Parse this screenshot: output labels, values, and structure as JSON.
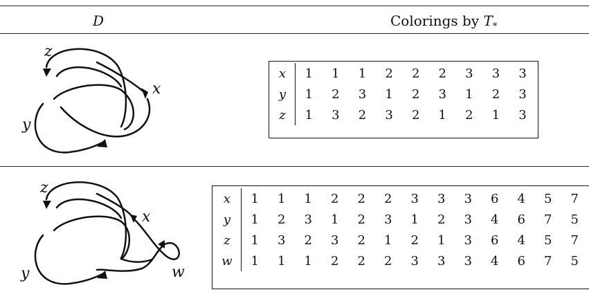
{
  "header": {
    "left_label": "D",
    "right_label_text": "Colorings by",
    "right_label_math": "T",
    "right_label_sub": "*"
  },
  "rows": [
    {
      "knot_labels": [
        "z",
        "x",
        "y"
      ],
      "table": {
        "vars": [
          "x",
          "y",
          "z"
        ],
        "values": [
          [
            "1",
            "1",
            "1",
            "2",
            "2",
            "2",
            "3",
            "3",
            "3"
          ],
          [
            "1",
            "2",
            "3",
            "1",
            "2",
            "3",
            "1",
            "2",
            "3"
          ],
          [
            "1",
            "3",
            "2",
            "3",
            "2",
            "1",
            "2",
            "1",
            "3"
          ]
        ]
      }
    },
    {
      "knot_labels": [
        "z",
        "x",
        "y",
        "w"
      ],
      "table": {
        "vars": [
          "x",
          "y",
          "z",
          "w"
        ],
        "values": [
          [
            "1",
            "1",
            "1",
            "2",
            "2",
            "2",
            "3",
            "3",
            "3",
            "6",
            "4",
            "5",
            "7"
          ],
          [
            "1",
            "2",
            "3",
            "1",
            "2",
            "3",
            "1",
            "2",
            "3",
            "4",
            "6",
            "7",
            "5"
          ],
          [
            "1",
            "3",
            "2",
            "3",
            "2",
            "1",
            "2",
            "1",
            "3",
            "6",
            "4",
            "5",
            "7"
          ],
          [
            "1",
            "1",
            "1",
            "2",
            "2",
            "2",
            "3",
            "3",
            "3",
            "4",
            "6",
            "7",
            "5"
          ]
        ]
      }
    }
  ]
}
